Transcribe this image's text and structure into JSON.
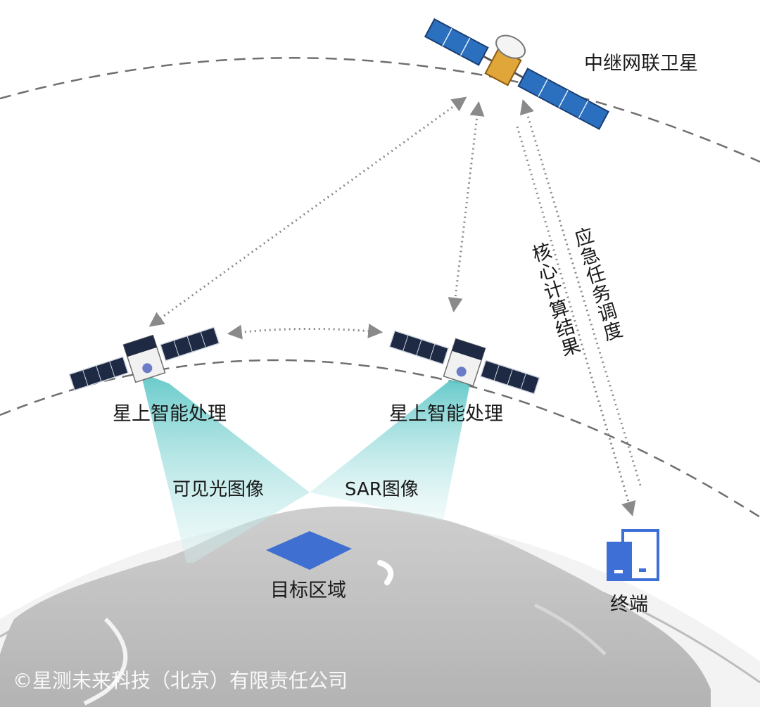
{
  "labels": {
    "relay_satellite": "中继网联卫星",
    "onboard_left": "星上智能处理",
    "onboard_right": "星上智能处理",
    "visible_image": "可见光图像",
    "sar_image": "SAR图像",
    "target_area": "目标区域",
    "terminal": "终端",
    "core_results": [
      "核",
      "心",
      "计",
      "算",
      "结",
      "果"
    ],
    "emergency_dispatch": [
      "应",
      "急",
      "任",
      "务",
      "调",
      "度"
    ],
    "copyright": "©星测未来科技（北京）有限责任公司"
  },
  "colors": {
    "panel_blue": "#2b6fbf",
    "beam_cyan": "#7fd3d3",
    "earth_gray": "#bfbfbf",
    "target_blue": "#3f6fd0",
    "terminal_blue": "#3d6fd6",
    "satellite_gold": "#e0a63a",
    "link_gray": "#8a8a8a"
  },
  "icons": [
    "relay-satellite-icon",
    "satellite-icon",
    "terminal-device-icon"
  ]
}
